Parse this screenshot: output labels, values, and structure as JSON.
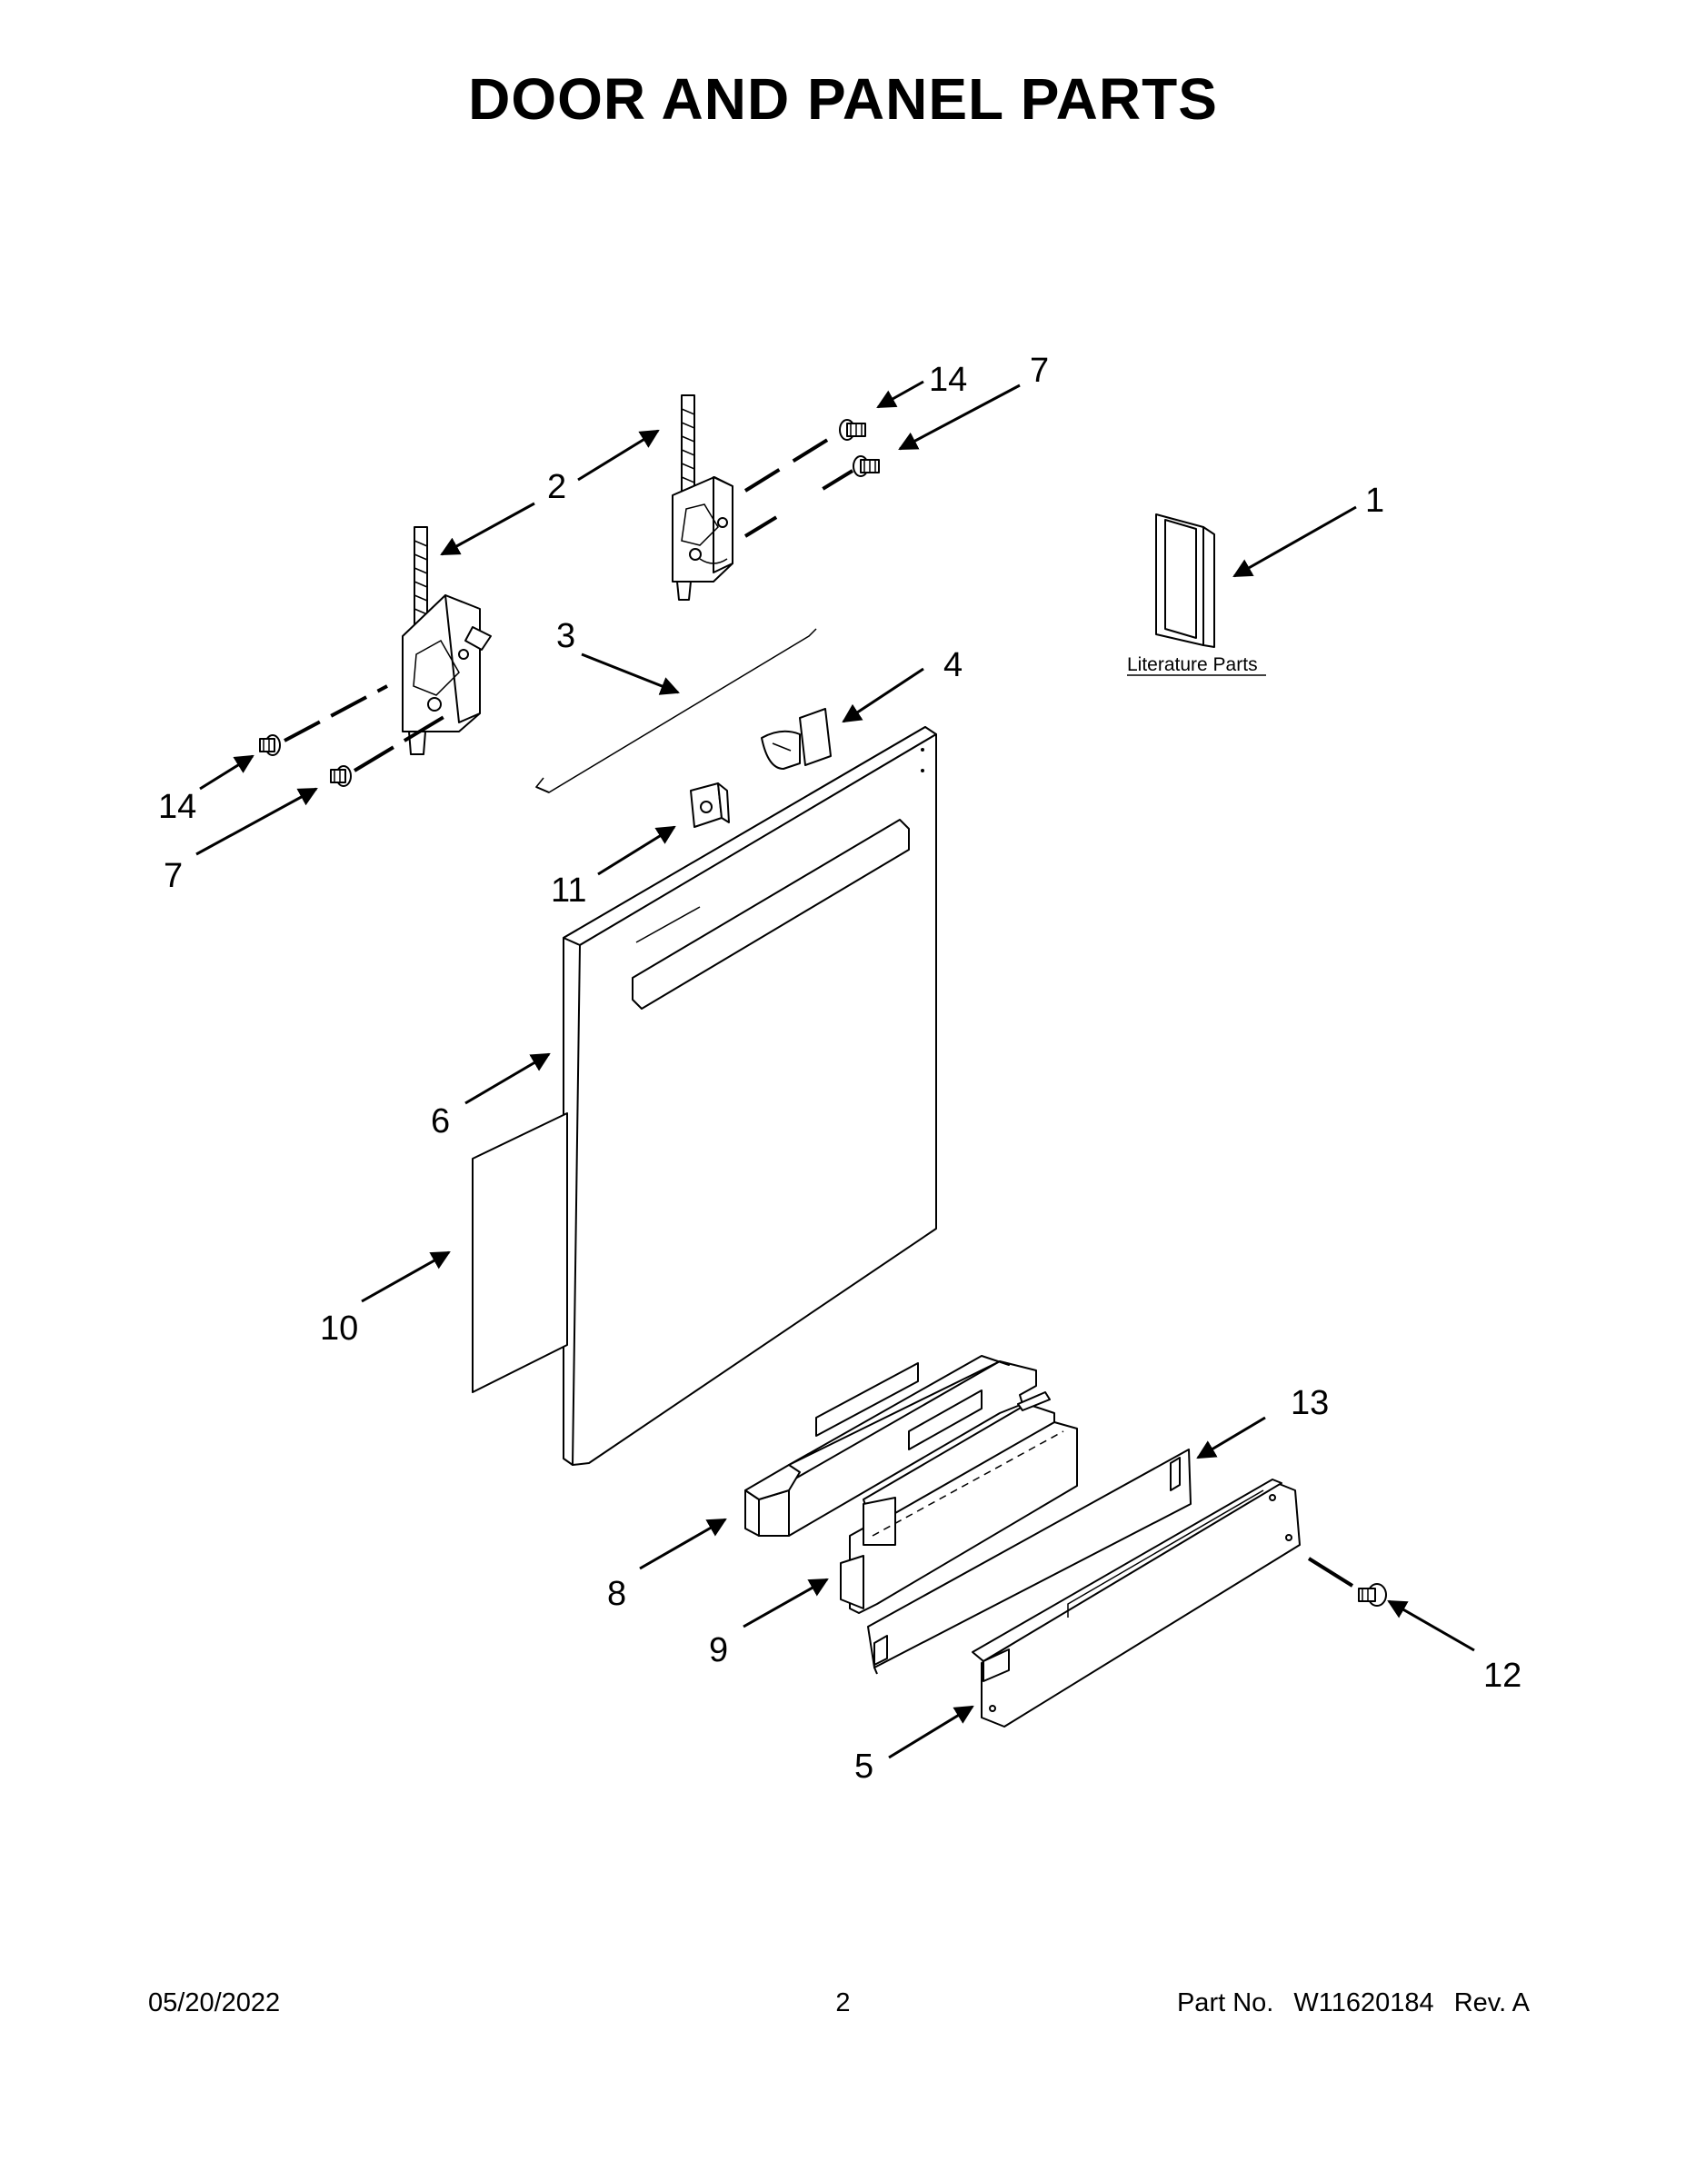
{
  "title": "DOOR AND PANEL PARTS",
  "literature_label": "Literature Parts",
  "callouts": {
    "c1": "1",
    "c2": "2",
    "c3": "3",
    "c4": "4",
    "c5": "5",
    "c6": "6",
    "c7_top": "7",
    "c7_left": "7",
    "c8": "8",
    "c9": "9",
    "c10": "10",
    "c11": "11",
    "c12": "12",
    "c13": "13",
    "c14_top": "14",
    "c14_left": "14"
  },
  "footer": {
    "date": "05/20/2022",
    "page": "2",
    "part_label": "Part No.",
    "part_number": "W11620184",
    "rev": "Rev. A"
  }
}
